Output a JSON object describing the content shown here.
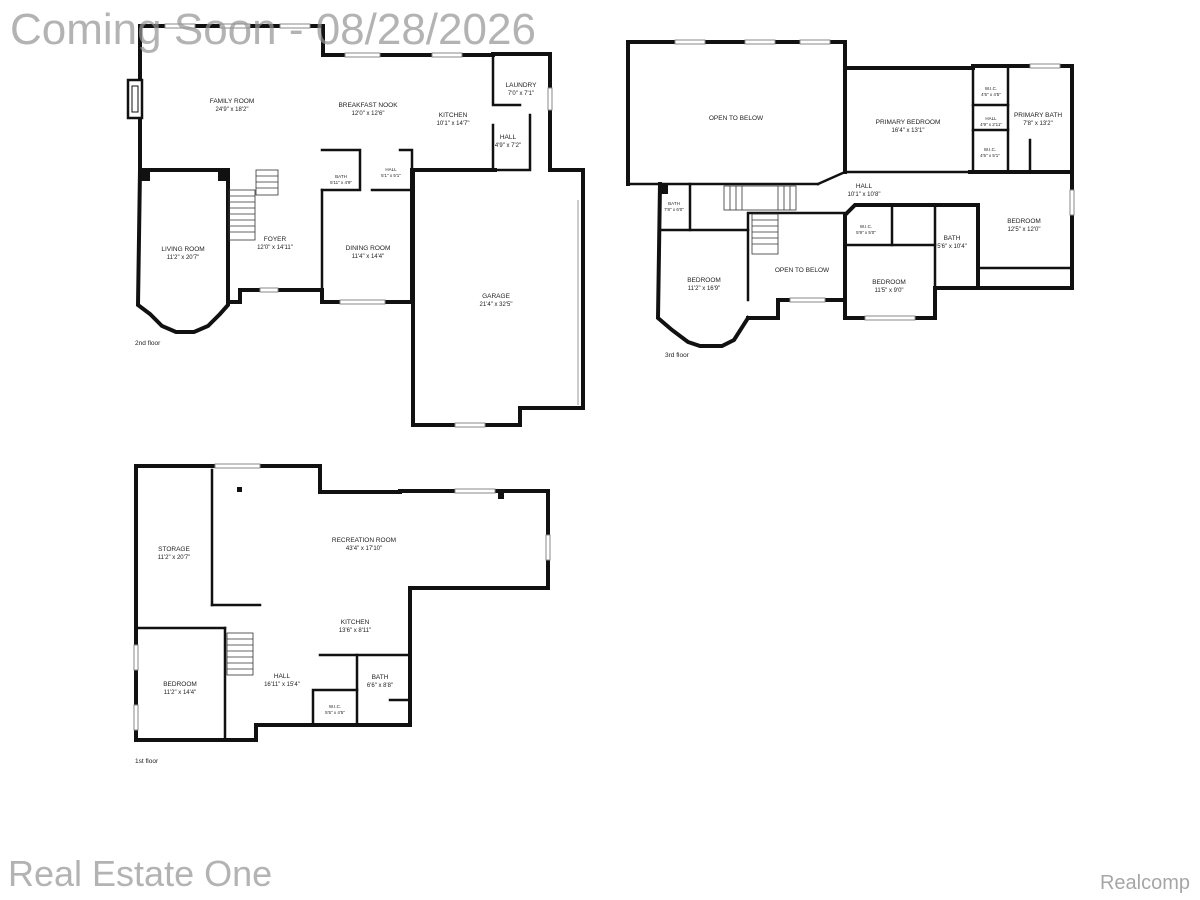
{
  "watermarks": {
    "top": "Coming Soon - 08/28/2026",
    "bottom_left": "Real Estate One",
    "bottom_right": "Realcomp"
  },
  "floors": {
    "second": {
      "label": "2nd floor",
      "rooms": {
        "family_room": {
          "name": "FAMILY ROOM",
          "dim": "24'9\" x 18'2\""
        },
        "breakfast_nook": {
          "name": "BREAKFAST NOOK",
          "dim": "12'0\" x 12'6\""
        },
        "kitchen": {
          "name": "KITCHEN",
          "dim": "10'1\" x 14'7\""
        },
        "laundry": {
          "name": "LAUNDRY",
          "dim": "7'0\" x 7'1\""
        },
        "hall": {
          "name": "HALL",
          "dim": "4'9\" x 7'2\""
        },
        "bath": {
          "name": "BATH",
          "dim": "5'11\" x 4'9\""
        },
        "hall_small": {
          "name": "HALL",
          "dim": "5'1\" x 5'1\""
        },
        "living_room": {
          "name": "LIVING ROOM",
          "dim": "11'2\" x 20'7\""
        },
        "foyer": {
          "name": "FOYER",
          "dim": "12'0\" x 14'11\""
        },
        "dining_room": {
          "name": "DINING ROOM",
          "dim": "11'4\" x 14'4\""
        },
        "garage": {
          "name": "GARAGE",
          "dim": "21'4\" x 32'5\""
        }
      }
    },
    "third": {
      "label": "3rd floor",
      "rooms": {
        "open_to_below_1": {
          "name": "OPEN TO BELOW"
        },
        "primary_bedroom": {
          "name": "PRIMARY BEDROOM",
          "dim": "16'4\" x 13'1\""
        },
        "wic_1": {
          "name": "W.I.C.",
          "dim": "4'5\" x 4'5\""
        },
        "hall_tiny": {
          "name": "HALL",
          "dim": "4'9\" x 2'11\""
        },
        "wic_2": {
          "name": "W.I.C.",
          "dim": "4'5\" x 5'1\""
        },
        "primary_bath": {
          "name": "PRIMARY BATH",
          "dim": "7'8\" x 13'2\""
        },
        "hall": {
          "name": "HALL",
          "dim": "10'1\" x 10'8\""
        },
        "bath_1": {
          "name": "BATH",
          "dim": "7'8\" x 6'0\""
        },
        "wic_3": {
          "name": "W.I.C.",
          "dim": "5'9\" x 5'0\""
        },
        "bath_2": {
          "name": "BATH",
          "dim": "5'6\" x 10'4\""
        },
        "bedroom_right": {
          "name": "BEDROOM",
          "dim": "12'5\" x 12'0\""
        },
        "bedroom_left": {
          "name": "BEDROOM",
          "dim": "11'2\" x 16'9\""
        },
        "open_to_below_2": {
          "name": "OPEN TO BELOW"
        },
        "bedroom_mid": {
          "name": "BEDROOM",
          "dim": "11'5\" x 9'0\""
        }
      }
    },
    "first": {
      "label": "1st floor",
      "rooms": {
        "storage": {
          "name": "STORAGE",
          "dim": "11'2\" x 20'7\""
        },
        "recreation_room": {
          "name": "RECREATION ROOM",
          "dim": "43'4\" x 17'10\""
        },
        "kitchen": {
          "name": "KITCHEN",
          "dim": "13'6\" x 8'11\""
        },
        "bedroom": {
          "name": "BEDROOM",
          "dim": "11'2\" x 14'4\""
        },
        "hall": {
          "name": "HALL",
          "dim": "16'11\" x 15'4\""
        },
        "bath": {
          "name": "BATH",
          "dim": "6'6\" x 8'8\""
        },
        "wic": {
          "name": "W.I.C.",
          "dim": "5'5\" x 4'5\""
        }
      }
    }
  }
}
